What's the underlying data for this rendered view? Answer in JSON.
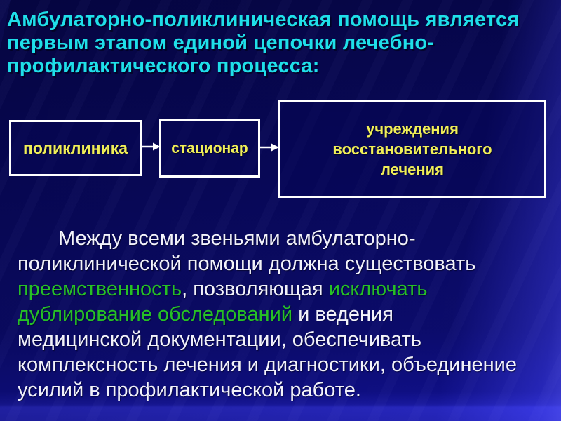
{
  "title": {
    "lines": [
      "Амбулаторно-поликлиническая помощь является",
      "первым этапом единой цепочки лечебно-",
      "профилактического процесса:"
    ]
  },
  "diagram": {
    "boxes": [
      {
        "label": "поликлиника"
      },
      {
        "label": "стационар"
      },
      {
        "lines": [
          "учреждения",
          "восстановительного",
          "лечения"
        ]
      }
    ],
    "arrows": [
      {
        "icon": "arrow-right",
        "from": "поликлиника",
        "to": "стационар"
      },
      {
        "icon": "arrow-right",
        "from": "стационар",
        "to": "учреждения восстановительного лечения"
      }
    ]
  },
  "paragraph": {
    "lines": [
      [
        {
          "text": "Между всеми звеньями амбулаторно-",
          "color": "white"
        }
      ],
      [
        {
          "text": "поликлинической помощи должна существовать",
          "color": "white"
        }
      ],
      [
        {
          "text": "преемственность",
          "color": "green"
        },
        {
          "text": ", позволяющая ",
          "color": "white"
        },
        {
          "text": "исключать",
          "color": "green"
        }
      ],
      [
        {
          "text": "дублирование обследований",
          "color": "green"
        },
        {
          "text": " и ведения",
          "color": "white"
        }
      ],
      [
        {
          "text": "медицинской документации, обеспечивать",
          "color": "white"
        }
      ],
      [
        {
          "text": "комплексность лечения и диагностики, объединение",
          "color": "white"
        }
      ],
      [
        {
          "text": "усилий в профилактической работе.",
          "color": "white"
        }
      ]
    ]
  },
  "colors": {
    "title_cyan": "#1fdfe9",
    "box_label_yellow": "#f0ee58",
    "highlight_green": "#26c026",
    "body_white": "#f2f2fa",
    "box_border_white": "#ffffff",
    "background_navy": "#0b0b6e",
    "background_bottom_strip": "#2c2cd2"
  }
}
